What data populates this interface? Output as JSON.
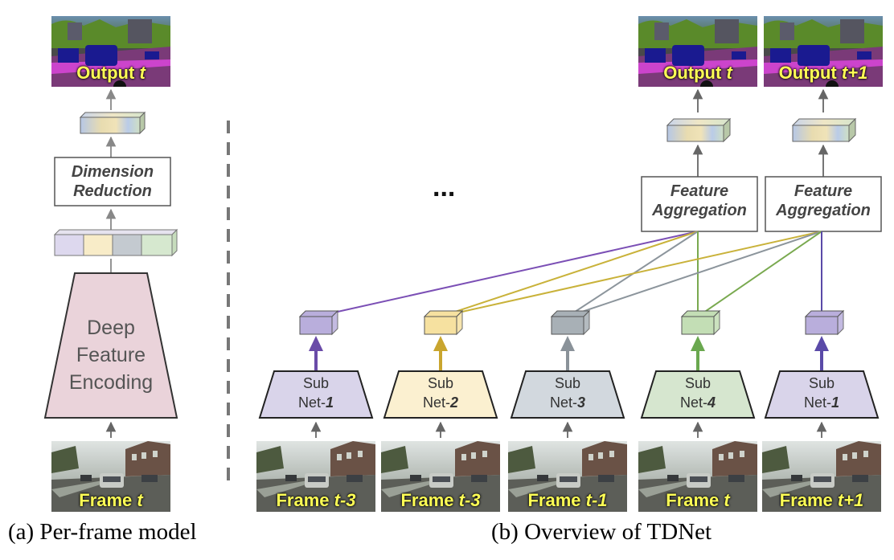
{
  "left_panel": {
    "output_label": {
      "prefix": "Output",
      "var": "t"
    },
    "dimension_reduction": [
      "Dimension",
      "Reduction"
    ],
    "deep_encoder": [
      "Deep",
      "Feature",
      "Encoding"
    ],
    "frame_label": {
      "prefix": "Frame",
      "var": "t"
    },
    "caption": "(a) Per-frame model"
  },
  "right_panel": {
    "ellipsis": "...",
    "outputs": [
      {
        "prefix": "Output",
        "var": "t"
      },
      {
        "prefix": "Output",
        "var": "t+1"
      }
    ],
    "aggregation": [
      "Feature",
      "Aggregation"
    ],
    "subnets": [
      {
        "line1": "Sub",
        "prefix": "Net-",
        "num": "1",
        "fill": "#d9d4ea",
        "arrow": "#6a4ba8",
        "feat": "#b9aedc"
      },
      {
        "line1": "Sub",
        "prefix": "Net-",
        "num": "2",
        "fill": "#fbf0d0",
        "arrow": "#c9a52e",
        "feat": "#f6e1a0"
      },
      {
        "line1": "Sub",
        "prefix": "Net-",
        "num": "3",
        "fill": "#d2d8de",
        "arrow": "#8a9299",
        "feat": "#a8b0b6"
      },
      {
        "line1": "Sub",
        "prefix": "Net-",
        "num": "4",
        "fill": "#d6e6cf",
        "arrow": "#6aa84f",
        "feat": "#c3deb5"
      },
      {
        "line1": "Sub",
        "prefix": "Net-",
        "num": "1",
        "fill": "#d9d4ea",
        "arrow": "#5a4aa8",
        "feat": "#b9aedc"
      }
    ],
    "frames": [
      {
        "prefix": "Frame",
        "var": "t-3"
      },
      {
        "prefix": "Frame",
        "var": "t-3"
      },
      {
        "prefix": "Frame",
        "var": "t-1"
      },
      {
        "prefix": "Frame",
        "var": "t"
      },
      {
        "prefix": "Frame",
        "var": "t+1"
      }
    ],
    "caption": "(b) Overview of TDNet"
  },
  "colors": {
    "purple": "#7b4fb5",
    "yellow": "#c9b23a",
    "gray": "#8c959c",
    "green": "#79a94f",
    "arrow_gray": "#888888",
    "encoder_fill": "#ead3da"
  }
}
